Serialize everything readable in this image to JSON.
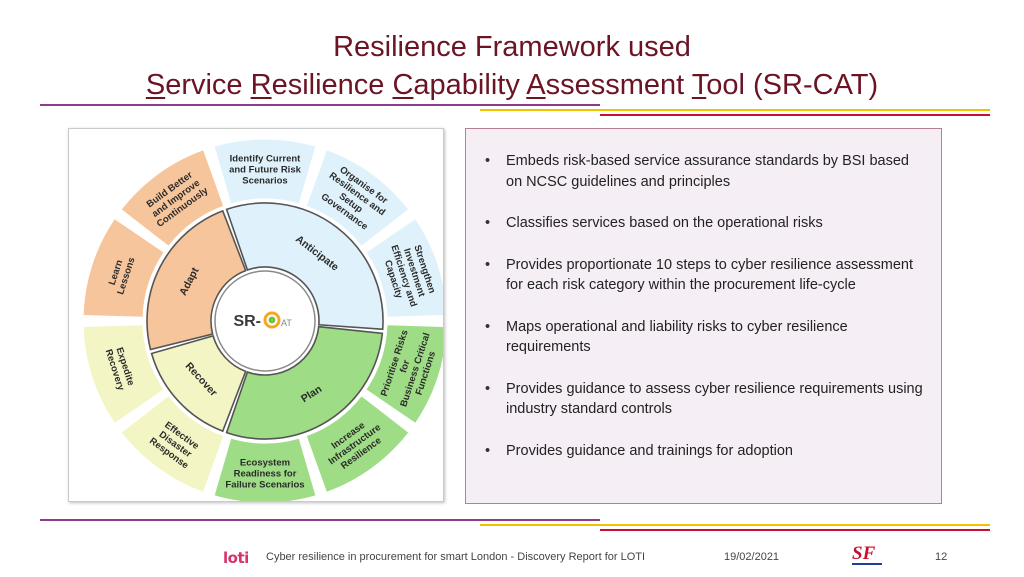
{
  "title": {
    "line1": "Resilience Framework used",
    "line2_parts": [
      {
        "u": "S",
        "t": "ervice "
      },
      {
        "u": "R",
        "t": "esilience "
      },
      {
        "u": "C",
        "t": "apability "
      },
      {
        "u": "A",
        "t": "ssessment "
      },
      {
        "u": "T",
        "t": "ool (SR-CAT)"
      }
    ]
  },
  "colors": {
    "title": "#6b1424",
    "orange": "#f7c59b",
    "blue": "#dff2fb",
    "green": "#9edc85",
    "yellow": "#f3f6c4",
    "rule_purple": "#8e3b8f",
    "rule_yellow": "#f2c200",
    "rule_red": "#c8102e"
  },
  "diagram": {
    "center_label": "SR-CAT",
    "outer_segments": [
      {
        "id": "identify",
        "label": [
          "Identify Current",
          "and Future Risk",
          "Scenarios"
        ],
        "color": "blue"
      },
      {
        "id": "organise",
        "label": [
          "Organise for",
          "Resilience and",
          "Setup",
          "Governance"
        ],
        "color": "blue"
      },
      {
        "id": "strengthen",
        "label": [
          "Strengthen",
          "Investment",
          "Efficiency and",
          "Capacity"
        ],
        "color": "blue"
      },
      {
        "id": "prioritise",
        "label": [
          "Prioritise Risks",
          "for",
          "Business Critical",
          "Functions"
        ],
        "color": "green"
      },
      {
        "id": "increase",
        "label": [
          "Increase",
          "Infrastructure",
          "Resilience"
        ],
        "color": "green"
      },
      {
        "id": "ecosystem",
        "label": [
          "Ecosystem",
          "Readiness for",
          "Failure Scenarios"
        ],
        "color": "green"
      },
      {
        "id": "effective",
        "label": [
          "Effective",
          "Disaster",
          "Response"
        ],
        "color": "yellow"
      },
      {
        "id": "expedite",
        "label": [
          "Expedite",
          "Recovery"
        ],
        "color": "yellow"
      },
      {
        "id": "learn",
        "label": [
          "Learn",
          "Lessons"
        ],
        "color": "orange"
      },
      {
        "id": "build",
        "label": [
          "Build Better",
          "and Improve",
          "Continuously"
        ],
        "color": "orange"
      }
    ],
    "inner_segments": [
      {
        "id": "anticipate",
        "label": "Anticipate",
        "color": "blue"
      },
      {
        "id": "plan",
        "label": "Plan",
        "color": "green"
      },
      {
        "id": "recover",
        "label": "Recover",
        "color": "yellow"
      },
      {
        "id": "adapt",
        "label": "Adapt",
        "color": "orange"
      }
    ]
  },
  "bullets": [
    "Embeds risk-based service assurance standards by BSI based on NCSC guidelines and principles",
    "Classifies services based on the operational risks",
    "Provides proportionate 10 steps to cyber resilience assessment for each risk category within the procurement life-cycle",
    "Maps operational and liability risks to cyber resilience requirements",
    "Provides guidance to assess cyber resilience requirements using industry standard controls",
    "Provides guidance and trainings for adoption"
  ],
  "footer": {
    "logo": "loti",
    "report": "Cyber resilience in procurement for smart London - Discovery Report for LOTI",
    "date": "19/02/2021",
    "sf_logo": "SF",
    "page": "12"
  }
}
